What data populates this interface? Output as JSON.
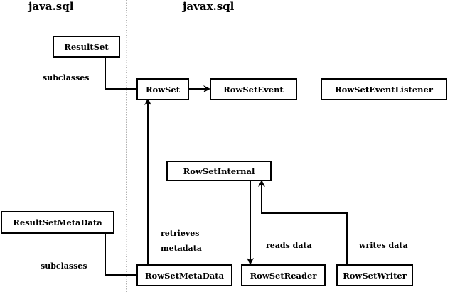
{
  "packages": {
    "left": "java.sql",
    "right": "javax.sql"
  },
  "classes": {
    "resultset": "ResultSet",
    "rowset": "RowSet",
    "rowsetevent": "RowSetEvent",
    "rowseteventlistener": "RowSetEventListener",
    "rowsetinternal": "RowSetInternal",
    "resultsetmetadata": "ResultSetMetaData",
    "rowsetmetadata": "RowSetMetaData",
    "rowsetreader": "RowSetReader",
    "rowsetwriter": "RowSetWriter"
  },
  "edges": {
    "subclasses_top": "subclasses",
    "subclasses_bottom": "subclasses",
    "retrieves": "retrieves",
    "metadata": "metadata",
    "reads_data": "reads data",
    "writes_data": "writes data"
  }
}
